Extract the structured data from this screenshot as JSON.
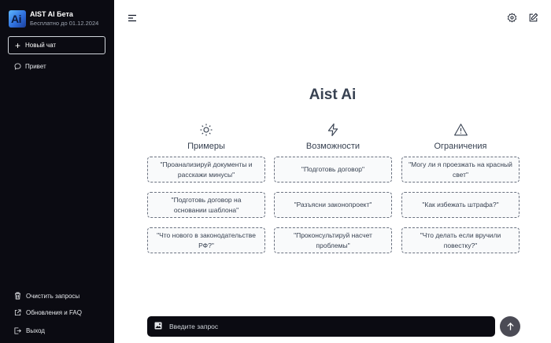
{
  "sidebar": {
    "brand": {
      "logo_text": "Ai",
      "title": "AIST AI Бета",
      "subtitle": "Бесплатно до 01.12.2024"
    },
    "new_chat_label": "Новый чат",
    "chats": [
      {
        "label": "Привет"
      }
    ],
    "bottom": {
      "clear_label": "Очистить запросы",
      "updates_label": "Обновления и FAQ",
      "logout_label": "Выход"
    }
  },
  "main": {
    "title": "Aist Ai",
    "columns": [
      {
        "icon": "sun-icon",
        "heading": "Примеры",
        "cards": [
          "\"Проанализируй документы и расскажи минусы\"",
          "\"Подготовь договор на основании шаблона\"",
          "\"Что нового в законодательстве РФ?\""
        ]
      },
      {
        "icon": "lightning-icon",
        "heading": "Возможности",
        "cards": [
          "\"Подготовь договор\"",
          "\"Разъясни законопроект\"",
          "\"Проконсультируй насчет проблемы\""
        ]
      },
      {
        "icon": "warning-icon",
        "heading": "Ограничения",
        "cards": [
          "\"Могу ли я проезжать на красный свет\"",
          "\"Как избежать штрафа?\"",
          "\"Что делать если вручили повестку?\""
        ]
      }
    ]
  },
  "input": {
    "placeholder": "Введите запрос"
  },
  "colors": {
    "sidebar_bg": "#0b0b12",
    "card_bg": "#f9fafb",
    "send_bg": "#4b4b55"
  }
}
